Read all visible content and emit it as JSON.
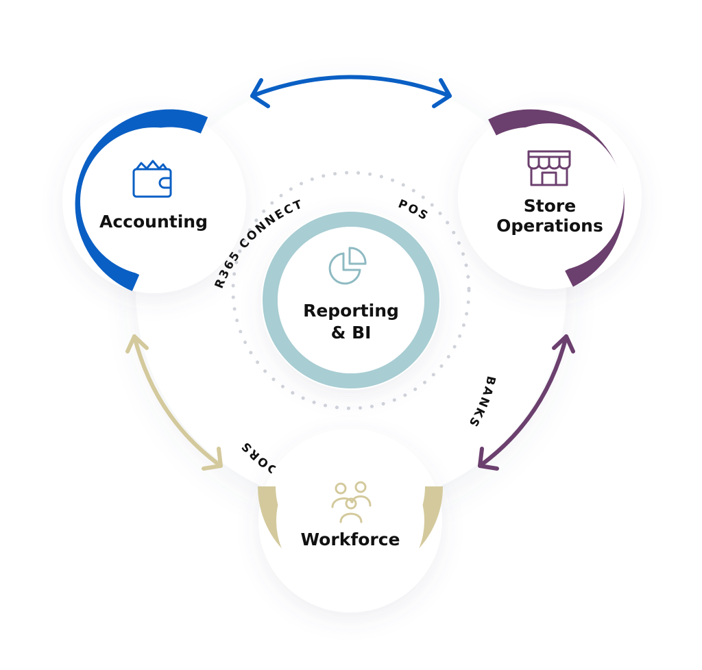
{
  "colors": {
    "accounting": "#0A5FC4",
    "store_operations": "#6B3F6E",
    "workforce": "#D3C99C",
    "reporting": "#A8CDD3",
    "reporting_icon": "#8EBAC2",
    "dots": "#D0D3DA"
  },
  "nodes": {
    "accounting": {
      "label": "Accounting",
      "icon": "wallet-icon"
    },
    "store_operations": {
      "line1": "Store",
      "line2": "Operations",
      "icon": "storefront-icon"
    },
    "workforce": {
      "label": "Workforce",
      "icon": "people-group-icon"
    },
    "reporting": {
      "line1": "Reporting",
      "line2": "& BI",
      "icon": "pie-chart-icon"
    }
  },
  "ring_labels": {
    "connect": "R365 CONNECT",
    "pos": "POS",
    "banks": "BANKS",
    "vendors": "VENDORS"
  }
}
